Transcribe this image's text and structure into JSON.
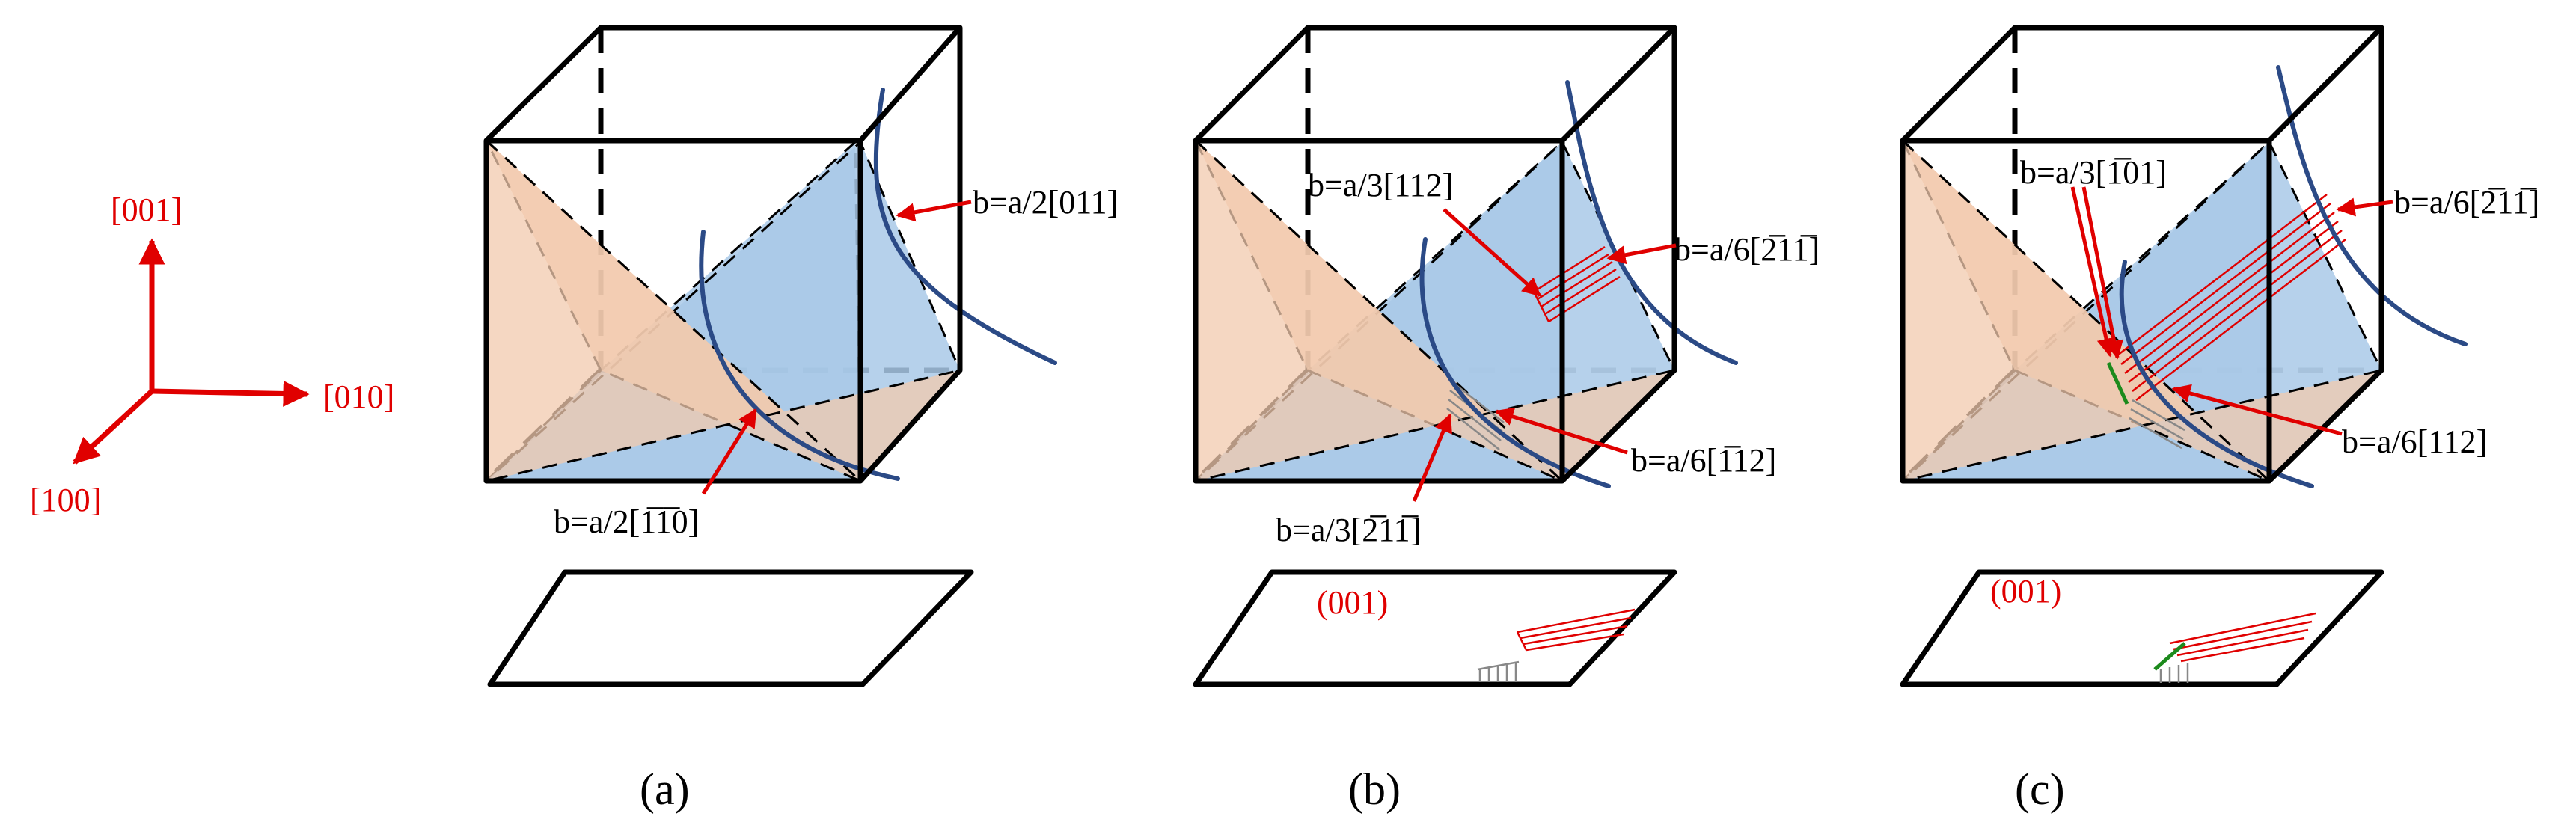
{
  "axes": {
    "z_label": "[001]",
    "y_label": "[010]",
    "x_label": "[100]",
    "color": "#e00000"
  },
  "panels": [
    {
      "caption": "(a)",
      "burgers_labels": [
        "b=a/2[011]",
        "b=a/2[1̅1̅0]"
      ],
      "plane_label": ""
    },
    {
      "caption": "(b)",
      "burgers_labels": [
        "b=a/3[112]",
        "b=a/6[2̅11̅]",
        "b=a/6[1̅12]",
        "b=a/3[2̅11̅]"
      ],
      "plane_label": "(001)"
    },
    {
      "caption": "(c)",
      "burgers_labels": [
        "b=a/3[1̅01]",
        "b=a/6[2̅11̅]",
        "b=a/6[112]"
      ],
      "plane_label": "(001)"
    }
  ],
  "colors": {
    "blue_plane": "#a9c9e8",
    "pink_plane": "#f2c9ad",
    "dislocation": "#2b4a86",
    "annotation": "#e00000"
  }
}
